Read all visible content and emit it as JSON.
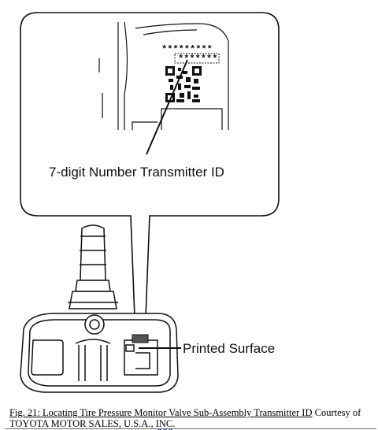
{
  "diagram": {
    "transmitter_id_label": "7-digit Number Transmitter ID",
    "printed_surface_label": "Printed Surface",
    "stars_row_1": "*********",
    "stars_row_2": "*******"
  },
  "caption": {
    "figure_title": "Fig. 21: Locating Tire Pressure Monitor Valve Sub-Assembly Transmitter ID",
    "courtesy_text": " Courtesy of",
    "company_line": "TOYOTA MOTOR SALES, U.S.A., ",
    "company_suffix": "INC",
    "period": "."
  }
}
